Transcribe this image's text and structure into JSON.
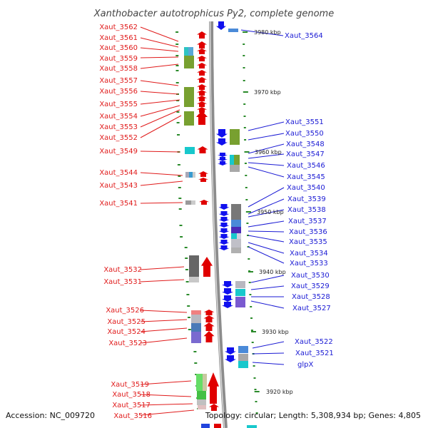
{
  "title": "Xanthobacter autotrophicus Py2, complete genome",
  "footer": {
    "accession": "Accession: NC_009720",
    "topology": "Topology: circular; Length: 5,308,934 bp; Genes: 4,805"
  },
  "colors": {
    "forward": "#e00000",
    "reverse": "#1010ee",
    "label_left": "#e01b1b",
    "label_right": "#1a1ad4",
    "tick": "#2a8a2a",
    "backbone": "#8c8c8c"
  },
  "kbp_marks": [
    "3980 kbp",
    "3970 kbp",
    "3960 kbp",
    "3950 kbp",
    "3940 kbp",
    "3930 kbp",
    "3920 kbp"
  ],
  "left_labels": [
    "Xaut_3562",
    "Xaut_3561",
    "Xaut_3560",
    "Xaut_3559",
    "Xaut_3558",
    "Xaut_3557",
    "Xaut_3556",
    "Xaut_3555",
    "Xaut_3554",
    "Xaut_3553",
    "Xaut_3552",
    "Xaut_3549",
    "Xaut_3544",
    "Xaut_3543",
    "Xaut_3541",
    "Xaut_3532",
    "Xaut_3531",
    "Xaut_3526",
    "Xaut_3525",
    "Xaut_3524",
    "Xaut_3523",
    "Xaut_3519",
    "Xaut_3518",
    "Xaut_3517",
    "Xaut_3516"
  ],
  "right_labels": [
    "Xaut_3564",
    "Xaut_3551",
    "Xaut_3550",
    "Xaut_3548",
    "Xaut_3547",
    "Xaut_3546",
    "Xaut_3545",
    "Xaut_3540",
    "Xaut_3539",
    "Xaut_3538",
    "Xaut_3537",
    "Xaut_3536",
    "Xaut_3535",
    "Xaut_3534",
    "Xaut_3533",
    "Xaut_3530",
    "Xaut_3529",
    "Xaut_3528",
    "Xaut_3527",
    "Xaut_3522",
    "Xaut_3521",
    "glpX"
  ]
}
